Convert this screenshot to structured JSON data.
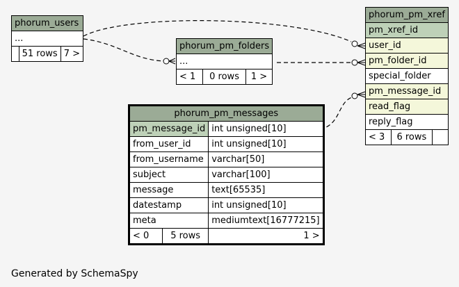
{
  "tables": {
    "users": {
      "name": "phorum_users",
      "rows_text": "...",
      "footer": [
        "",
        "51 rows",
        "7 >"
      ]
    },
    "folders": {
      "name": "phorum_pm_folders",
      "rows_text": "...",
      "footer": [
        "< 1",
        "0 rows",
        "1 >"
      ]
    },
    "xref": {
      "name": "phorum_pm_xref",
      "columns": [
        "pm_xref_id",
        "user_id",
        "pm_folder_id",
        "special_folder",
        "pm_message_id",
        "read_flag",
        "reply_flag"
      ],
      "footer": [
        "< 3",
        "6 rows",
        ""
      ]
    },
    "messages": {
      "name": "phorum_pm_messages",
      "columns": [
        {
          "name": "pm_message_id",
          "type": "int unsigned[10]"
        },
        {
          "name": "from_user_id",
          "type": "int unsigned[10]"
        },
        {
          "name": "from_username",
          "type": "varchar[50]"
        },
        {
          "name": "subject",
          "type": "varchar[100]"
        },
        {
          "name": "message",
          "type": "text[65535]"
        },
        {
          "name": "datestamp",
          "type": "int unsigned[10]"
        },
        {
          "name": "meta",
          "type": "mediumtext[16777215]"
        }
      ],
      "footer": [
        "< 0",
        "5 rows",
        "1 >"
      ]
    }
  },
  "footer_text": "Generated by SchemaSpy"
}
